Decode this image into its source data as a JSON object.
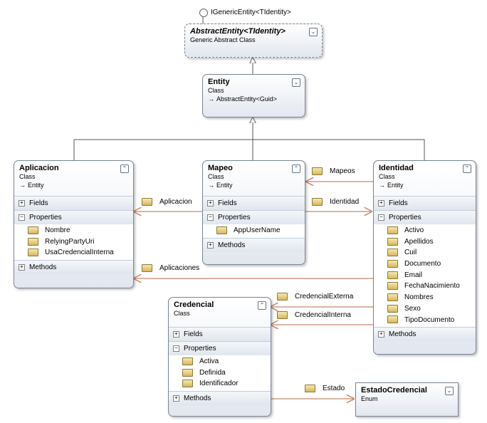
{
  "interface": {
    "name": "IGenericEntity<TIdentity>"
  },
  "icons": {
    "toggle": "chevron-toggle-icon",
    "arrow": "inheritance-arrow-icon",
    "member": "property-icon",
    "association": "association-icon"
  },
  "shapes": {
    "abstract_entity": {
      "name": "AbstractEntity<TIdentity>",
      "stereotype": "Generic Abstract Class"
    },
    "entity": {
      "name": "Entity",
      "stereotype": "Class",
      "base": "AbstractEntity<Guid>"
    },
    "aplicacion": {
      "name": "Aplicacion",
      "stereotype": "Class",
      "base": "Entity",
      "fields": "Fields",
      "properties": "Properties",
      "methods": "Methods",
      "props": [
        "Nombre",
        "RelyingPartyUri",
        "UsaCredencialInterna"
      ]
    },
    "mapeo": {
      "name": "Mapeo",
      "stereotype": "Class",
      "base": "Entity",
      "fields": "Fields",
      "properties": "Properties",
      "methods": "Methods",
      "props": [
        "AppUserName"
      ]
    },
    "identidad": {
      "name": "Identidad",
      "stereotype": "Class",
      "base": "Entity",
      "fields": "Fields",
      "properties": "Properties",
      "methods": "Methods",
      "props": [
        "Activo",
        "Apellidos",
        "Cuil",
        "Documento",
        "Email",
        "FechaNacimiento",
        "Nombres",
        "Sexo",
        "TipoDocumento"
      ]
    },
    "credencial": {
      "name": "Credencial",
      "stereotype": "Class",
      "fields": "Fields",
      "properties": "Properties",
      "methods": "Methods",
      "props": [
        "Activa",
        "Definida",
        "Identificador"
      ]
    },
    "estado_credencial": {
      "name": "EstadoCredencial",
      "stereotype": "Enum"
    }
  },
  "associations": {
    "mapeos": "Mapeos",
    "aplicacion": "Aplicacion",
    "identidad": "Identidad",
    "aplicaciones": "Aplicaciones",
    "credencial_externa": "CredencialExterna",
    "credencial_interna": "CredencialInterna",
    "estado": "Estado"
  },
  "colors": {
    "association_line": "#c9876a",
    "inheritance_line": "#555555",
    "shape_border": "#7a8596"
  }
}
